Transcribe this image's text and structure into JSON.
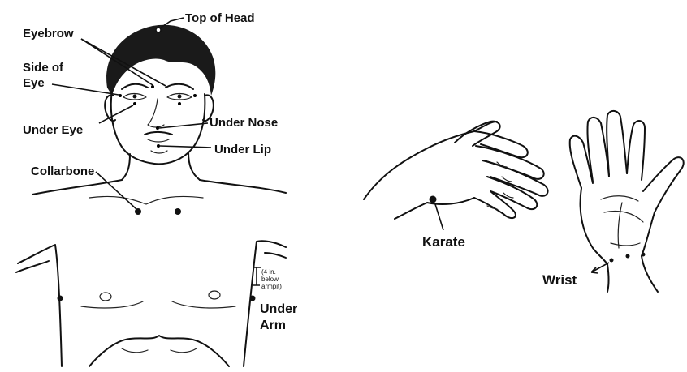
{
  "labels": {
    "top_of_head": "Top of Head",
    "eyebrow": "Eyebrow",
    "side_of_eye_1": "Side of",
    "side_of_eye_2": "Eye",
    "under_eye": "Under Eye",
    "under_nose": "Under Nose",
    "under_lip": "Under Lip",
    "collarbone": "Collarbone",
    "under_arm_note_1": "(4 in.",
    "under_arm_note_2": "below",
    "under_arm_note_3": "armpit)",
    "under_arm_1": "Under",
    "under_arm_2": "Arm",
    "karate": "Karate",
    "wrist": "Wrist"
  }
}
